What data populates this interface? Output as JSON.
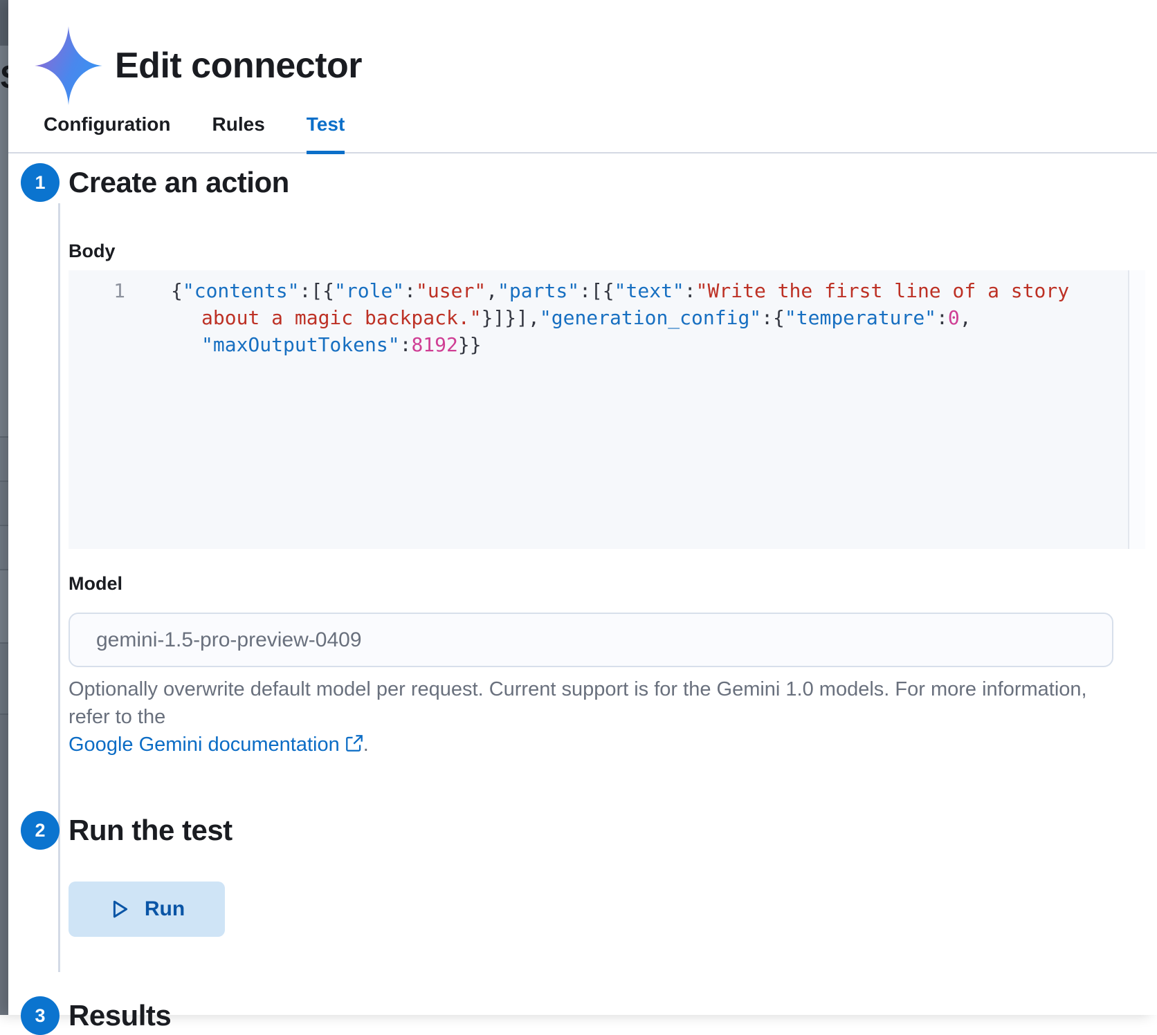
{
  "backdrop": {
    "partial_letter": "S"
  },
  "header": {
    "title": "Edit connector",
    "icon": "gemini-sparkle-icon"
  },
  "tabs": [
    {
      "label": "Configuration",
      "active": false
    },
    {
      "label": "Rules",
      "active": false
    },
    {
      "label": "Test",
      "active": true
    }
  ],
  "steps": {
    "step1": {
      "number": "1",
      "title": "Create an action"
    },
    "step2": {
      "number": "2",
      "title": "Run the test"
    },
    "step3": {
      "number": "3",
      "title": "Results"
    }
  },
  "body_editor": {
    "label": "Body",
    "line_number": "1",
    "code_raw": "{\"contents\":[{\"role\":\"user\",\"parts\":[{\"text\":\"Write the first line of a story about a magic backpack.\"}]}],\"generation_config\":{\"temperature\":0,\"maxOutputTokens\":8192}}",
    "lines": [
      [
        {
          "t": "p",
          "v": "{"
        },
        {
          "t": "key",
          "v": "\"contents\""
        },
        {
          "t": "p",
          "v": ":[{"
        },
        {
          "t": "key",
          "v": "\"role\""
        },
        {
          "t": "p",
          "v": ":"
        },
        {
          "t": "str",
          "v": "\"user\""
        },
        {
          "t": "p",
          "v": ","
        },
        {
          "t": "key",
          "v": "\"parts\""
        },
        {
          "t": "p",
          "v": ":[{"
        },
        {
          "t": "key",
          "v": "\"text\""
        },
        {
          "t": "p",
          "v": ":"
        },
        {
          "t": "str",
          "v": "\"Write the first line of a story"
        }
      ],
      [
        {
          "t": "str",
          "v": "about a magic backpack.\""
        },
        {
          "t": "p",
          "v": "}]}],"
        },
        {
          "t": "key",
          "v": "\"generation_config\""
        },
        {
          "t": "p",
          "v": ":{"
        },
        {
          "t": "key",
          "v": "\"temperature\""
        },
        {
          "t": "p",
          "v": ":"
        },
        {
          "t": "num",
          "v": "0"
        },
        {
          "t": "p",
          "v": ","
        }
      ],
      [
        {
          "t": "key",
          "v": "\"maxOutputTokens\""
        },
        {
          "t": "p",
          "v": ":"
        },
        {
          "t": "num",
          "v": "8192"
        },
        {
          "t": "p",
          "v": "}}"
        }
      ]
    ]
  },
  "model_field": {
    "label": "Model",
    "value": "gemini-1.5-pro-preview-0409",
    "help_line1": "Optionally overwrite default model per request. Current support is for the Gemini 1.0 models. For more information, refer to the",
    "help_link_label": "Google Gemini documentation",
    "help_after_link": "."
  },
  "run": {
    "button_label": "Run"
  },
  "colors": {
    "accent": "#0b6fc9",
    "circle_blue": "#0b74cf",
    "link_blue": "#0b6cc5",
    "step_line": "#d3dae6",
    "divider": "#d4d9e3",
    "text_primary": "#1a1c21",
    "text_subdued": "#69707d",
    "editor_bg": "#f6f8fb",
    "line_number": "#8e939e",
    "code_key": "#176fc1",
    "code_string": "#bd3125",
    "code_number": "#cf3e94",
    "code_punct": "#343741",
    "input_border": "#d7dfeb",
    "input_bg": "#fafbfe",
    "run_bg": "#cfe4f6",
    "run_text": "#0a55a6",
    "gemini_purple": "#9168d2",
    "gemini_blue": "#3596f2"
  }
}
